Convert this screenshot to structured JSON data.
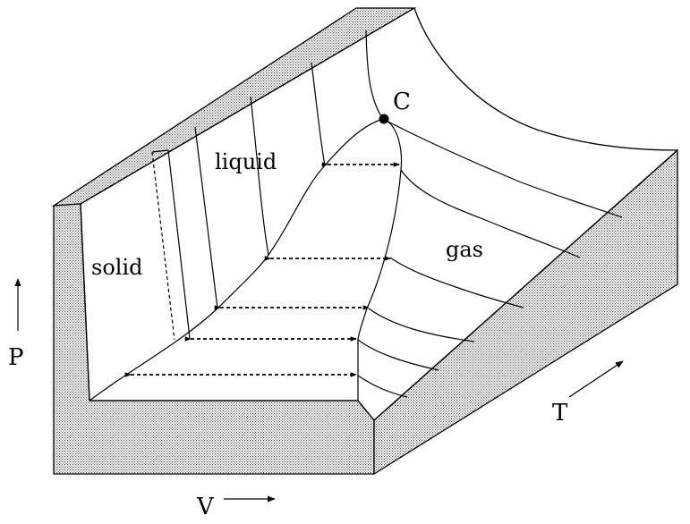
{
  "diagram": {
    "labels": {
      "solid": "solid",
      "liquid": "liquid",
      "gas": "gas",
      "critical_point": "C",
      "axis_p": "P",
      "axis_v": "V",
      "axis_t": "T"
    },
    "colors": {
      "ink": "#000000",
      "background": "#ffffff",
      "stipple": "#555555"
    }
  }
}
